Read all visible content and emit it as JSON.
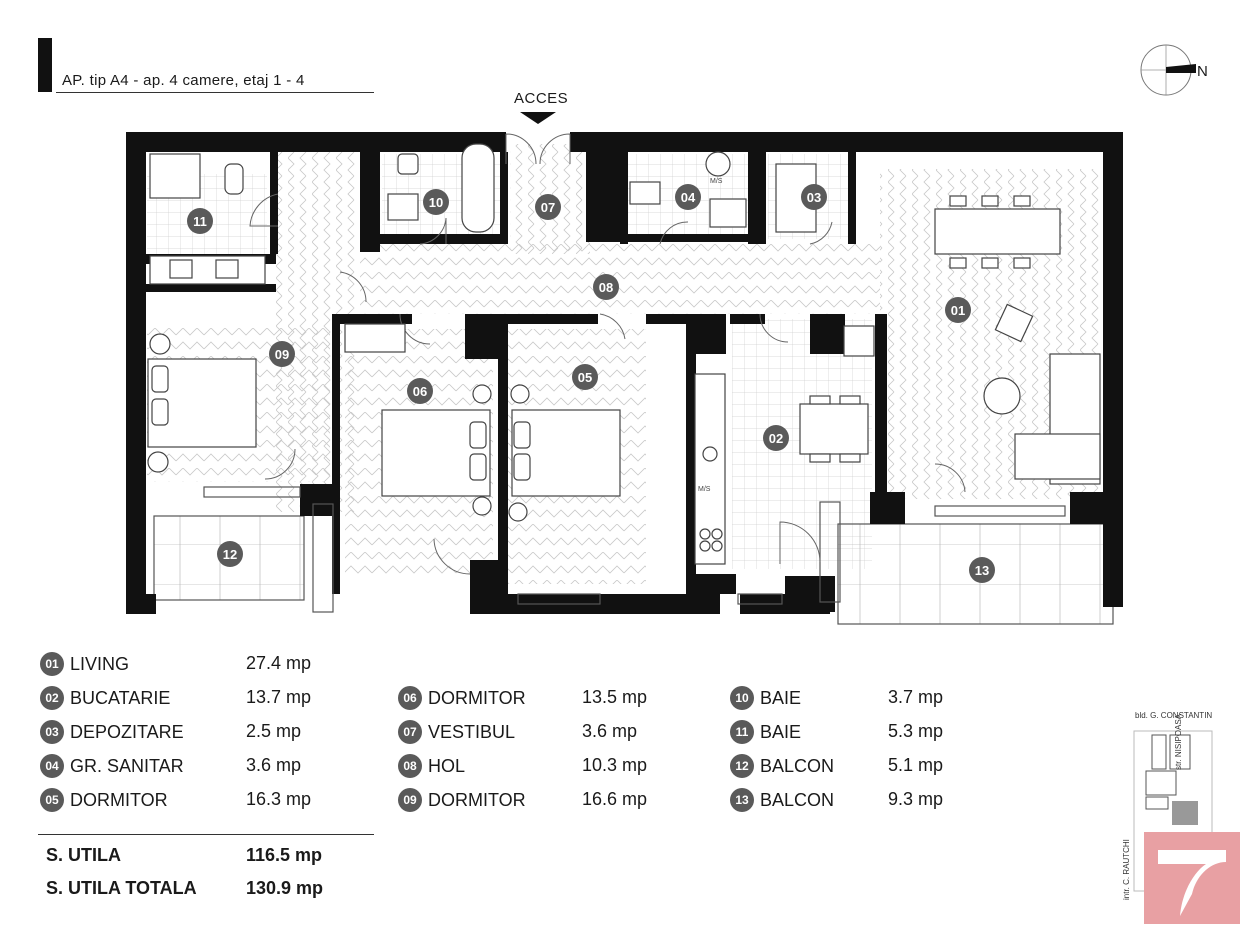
{
  "title": "AP. tip A4 - ap. 4 camere, etaj 1 - 4",
  "access_label": "ACCES",
  "compass_label": "N",
  "room_badges": [
    "01",
    "02",
    "03",
    "04",
    "05",
    "06",
    "07",
    "08",
    "09",
    "10",
    "11",
    "12",
    "13"
  ],
  "fixture_labels": {
    "wm1": "M/S",
    "wm2": "M/S"
  },
  "rooms": [
    {
      "num": "01",
      "name": "LIVING",
      "area": "27.4 mp"
    },
    {
      "num": "02",
      "name": "BUCATARIE",
      "area": "13.7 mp"
    },
    {
      "num": "03",
      "name": "DEPOZITARE",
      "area": "2.5 mp"
    },
    {
      "num": "04",
      "name": "GR. SANITAR",
      "area": "3.6 mp"
    },
    {
      "num": "05",
      "name": "DORMITOR",
      "area": "16.3 mp"
    },
    {
      "num": "06",
      "name": "DORMITOR",
      "area": "13.5 mp"
    },
    {
      "num": "07",
      "name": "VESTIBUL",
      "area": "3.6 mp"
    },
    {
      "num": "08",
      "name": "HOL",
      "area": "10.3 mp"
    },
    {
      "num": "09",
      "name": "DORMITOR",
      "area": "16.6 mp"
    },
    {
      "num": "10",
      "name": "BAIE",
      "area": "3.7 mp"
    },
    {
      "num": "11",
      "name": "BAIE",
      "area": "5.3 mp"
    },
    {
      "num": "12",
      "name": "BALCON",
      "area": "5.1 mp"
    },
    {
      "num": "13",
      "name": "BALCON",
      "area": "9.3 mp"
    }
  ],
  "totals": {
    "useful_label": "S. UTILA",
    "useful_value": "116.5 mp",
    "total_label": "S. UTILA TOTALA",
    "total_value": "130.9 mp"
  },
  "site_map": {
    "street_top": "bld. G. CONSTANTIN",
    "street_right": "str. NISIPOASA",
    "street_left": "intr. C. RAUTCHI"
  },
  "colors": {
    "wall": "#111111",
    "badge": "#5a5a5a",
    "logo": "#e8a0a3"
  }
}
